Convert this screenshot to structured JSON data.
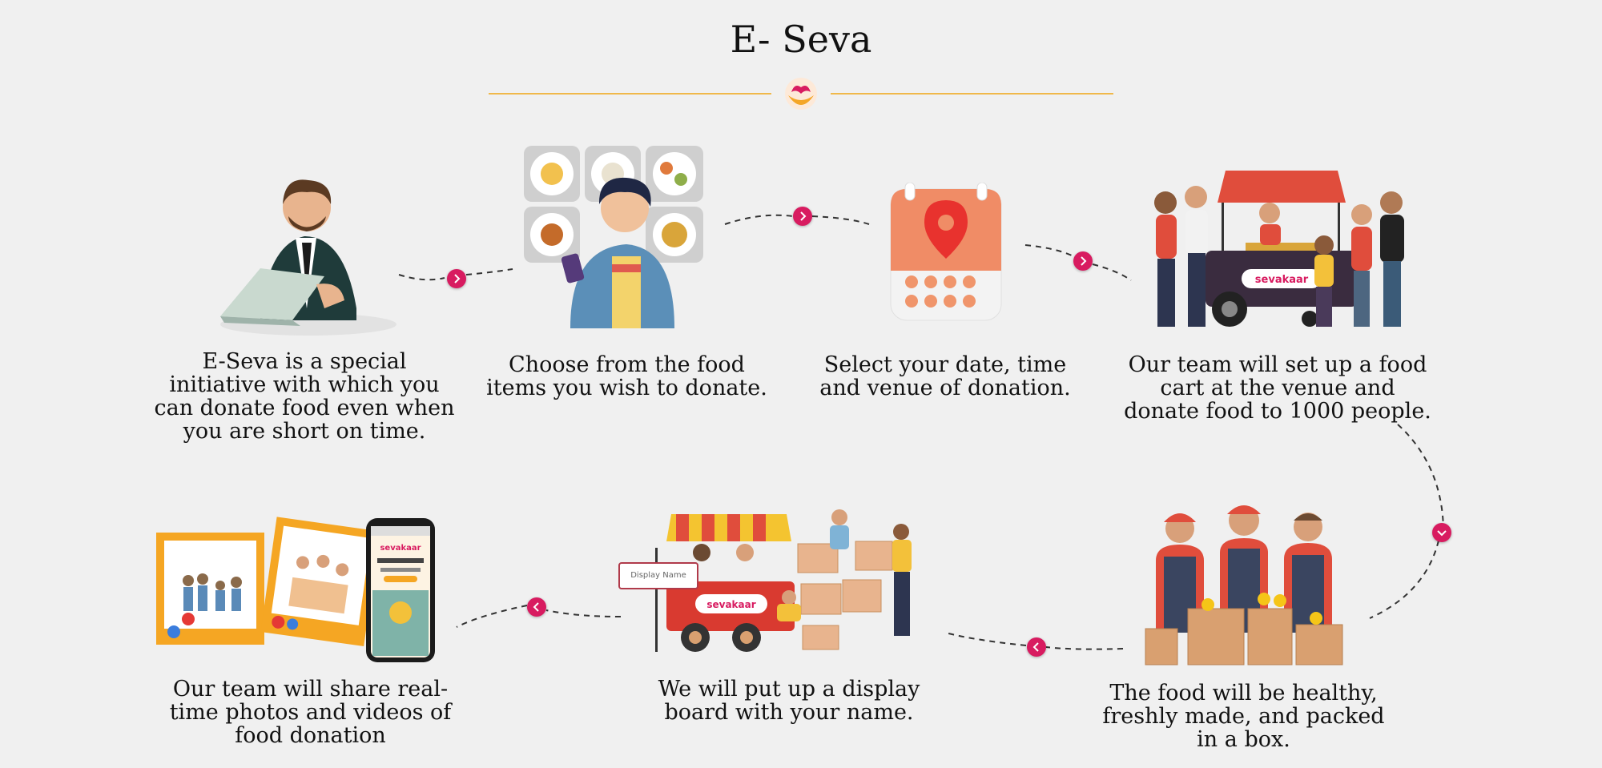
{
  "header": {
    "title": "E- Seva"
  },
  "colors": {
    "accent": "#d81b60",
    "rule": "#f0b84a",
    "brand_orange": "#f4a628"
  },
  "steps": [
    {
      "text": "E-Seva is a special initiative with which you can donate food even when you are short on time.",
      "icon": "man-with-laptop-illustration"
    },
    {
      "text": "Choose from the food items you wish to donate.",
      "icon": "man-choosing-food-on-phone-illustration"
    },
    {
      "text": "Select your date, time and venue of donation.",
      "icon": "calendar-location-icon"
    },
    {
      "text": "Our team will set up a food cart at the venue and donate food to 1000 people.",
      "icon": "food-cart-crowd-illustration"
    },
    {
      "text": "The food will be healthy, freshly made, and packed in a box.",
      "icon": "packing-food-boxes-illustration"
    },
    {
      "text": "We will put up a display board with your name.",
      "icon": "food-cart-display-board-illustration"
    },
    {
      "text": "Our team will share real-time photos and videos of food donation",
      "icon": "photos-and-phone-illustration"
    }
  ],
  "illustration_labels": {
    "display_board": "Display Name",
    "cart_brand": "sevakaar",
    "phone_brand": "sevakaar"
  }
}
